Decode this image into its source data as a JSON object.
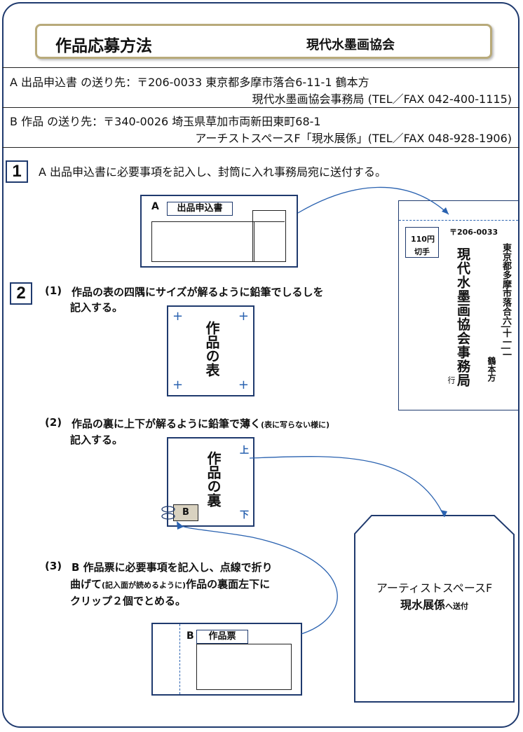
{
  "header": {
    "title": "作品応募方法",
    "organization": "現代水墨画協会"
  },
  "addresses": {
    "a_line1": "A 出品申込書 の送り先：〒206-0033  東京都多摩市落合6-11-1  鶴本方",
    "a_line2": "現代水墨画協会事務局 (TEL／FAX  042-400-1115)",
    "b_line1": "B 作品  の送り先：〒340-0026  埼玉県草加市両新田東町68-1",
    "b_line2": "アーチストスペースF「現水展係」(TEL／FAX  048-928-1906)"
  },
  "step1": {
    "number": "1",
    "text": "A 出品申込書に必要事項を記入し、封筒に入れ事務局宛に送付する。",
    "form_letter": "A",
    "form_label": "出品申込書"
  },
  "envelope": {
    "stamp_price": "110円",
    "stamp_label": "切手",
    "postal_code": "〒206-0033",
    "recipient": "現代水墨画協会事務局",
    "address": "東京都多摩市落合六|十一|一",
    "care_of": "鶴本方",
    "suffix": "行"
  },
  "step2": {
    "number": "2",
    "sub1_num": "(1)",
    "sub1_line1": "作品の表の四隅にサイズが解るように鉛筆でしるしを",
    "sub1_line2": "記入する。",
    "front_label": "作品の表",
    "sub2_num": "(2)",
    "sub2_line1_main": "作品の裏に上下が解るように鉛筆で薄く",
    "sub2_line1_small": "(表に写らない様に)",
    "sub2_line2": "記入する。",
    "back_label": "作品の裏",
    "top_mark": "上",
    "bottom_mark": "下",
    "clip_tag": "B",
    "sub3_num": "(3)",
    "sub3_line1": "B 作品票に必要事項を記入し、点線で折り",
    "sub3_line2_a": "曲げて",
    "sub3_line2_small": "(記入面が読めるように)",
    "sub3_line2_b": "作品の裏面左下に",
    "sub3_line3": "クリップ２個でとめる。",
    "ticket_letter": "B",
    "ticket_label": "作品票"
  },
  "destination_bag": {
    "line1": "アーティストスペースF",
    "line2_main": "現水展係",
    "line2_small": "へ送付"
  },
  "colors": {
    "frame": "#1f3a6e",
    "accent_blue": "#2a62b0",
    "title_border": "#b8aa7a"
  }
}
